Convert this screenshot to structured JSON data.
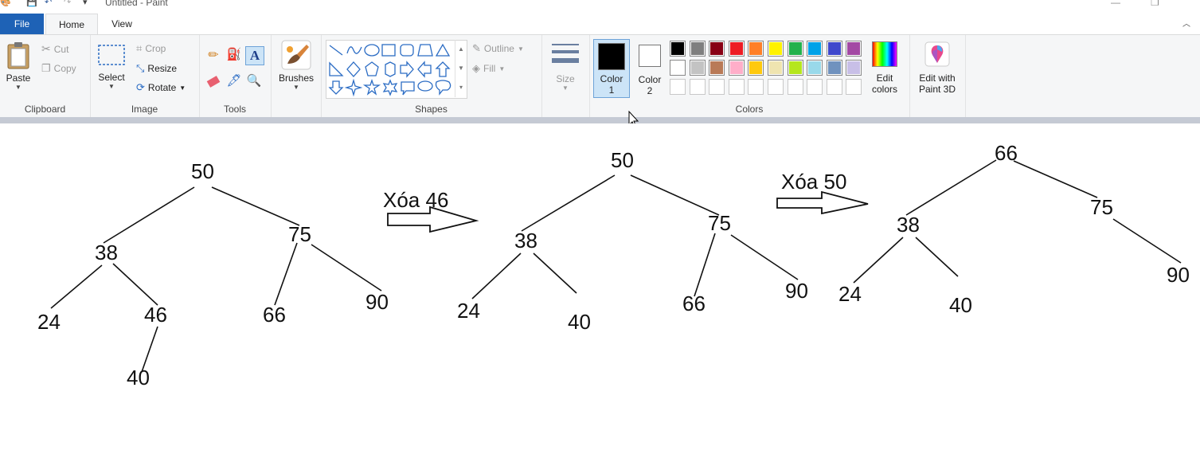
{
  "window": {
    "title": "Untitled - Paint"
  },
  "tabs": {
    "file": "File",
    "home": "Home",
    "view": "View"
  },
  "clipboard": {
    "paste": "Paste",
    "cut": "Cut",
    "copy": "Copy",
    "label": "Clipboard"
  },
  "image": {
    "select": "Select",
    "crop": "Crop",
    "resize": "Resize",
    "rotate": "Rotate",
    "label": "Image"
  },
  "tools": {
    "label": "Tools"
  },
  "brushes": {
    "label": "Brushes"
  },
  "shapes": {
    "outline": "Outline",
    "fill": "Fill",
    "label": "Shapes"
  },
  "size": {
    "label": "Size"
  },
  "colors": {
    "color1": "Color",
    "color1_num": "1",
    "color2": "Color",
    "color2_num": "2",
    "edit": "Edit",
    "edit2": "colors",
    "label": "Colors",
    "color1_value": "#000000",
    "color2_value": "#ffffff",
    "palette_row1": [
      "#000000",
      "#7f7f7f",
      "#880015",
      "#ed1c24",
      "#ff7f27",
      "#fff200",
      "#22b14c",
      "#00a2e8",
      "#3f48cc",
      "#a349a4"
    ],
    "palette_row2": [
      "#ffffff",
      "#c3c3c3",
      "#b97a57",
      "#ffaec9",
      "#ffc90e",
      "#efe4b0",
      "#b5e61d",
      "#99d9ea",
      "#7092be",
      "#c8bfe7"
    ]
  },
  "paint3d": {
    "line1": "Edit with",
    "line2": "Paint 3D"
  },
  "canvas": {
    "arrow1_text": "Xóa 46",
    "arrow2_text": "Xóa 50",
    "tree1": {
      "n50": "50",
      "n38": "38",
      "n75": "75",
      "n24": "24",
      "n46": "46",
      "n66": "66",
      "n90": "90",
      "n40": "40"
    },
    "tree2": {
      "n50": "50",
      "n38": "38",
      "n75": "75",
      "n24": "24",
      "n40": "40",
      "n66": "66",
      "n90": "90"
    },
    "tree3": {
      "n66": "66",
      "n38": "38",
      "n75": "75",
      "n24": "24",
      "n40": "40",
      "n90": "90"
    }
  }
}
